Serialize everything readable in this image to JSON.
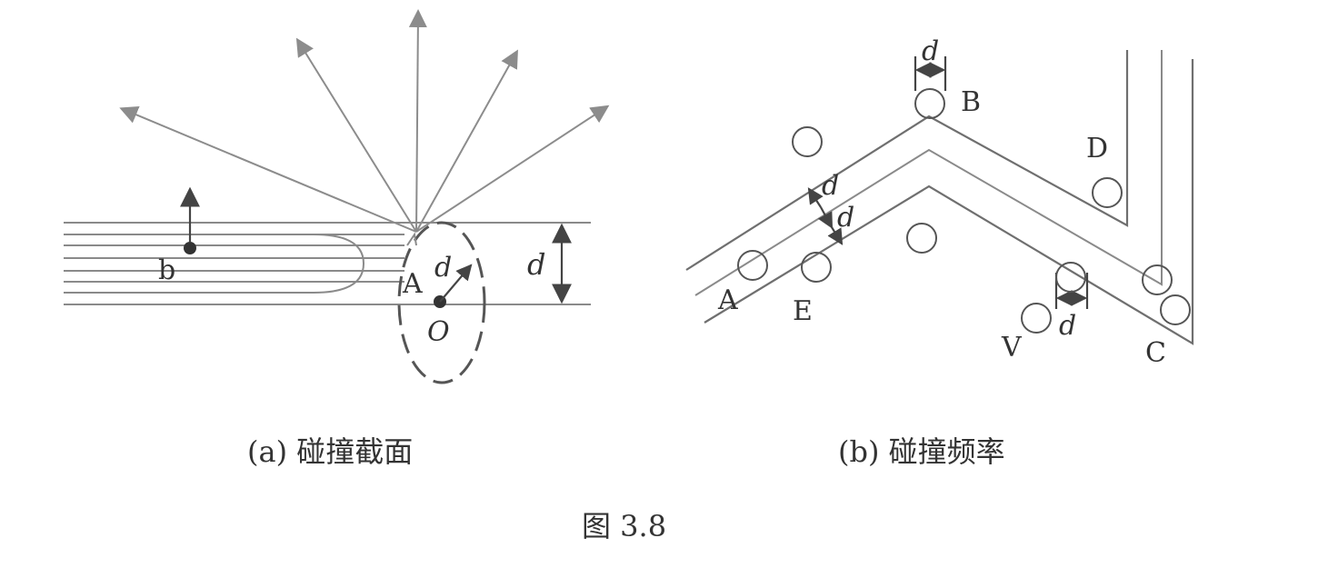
{
  "labels": {
    "subfig_a": "(a) 碰撞截面",
    "subfig_b": "(b) 碰撞频率",
    "figure": "图 3.8",
    "a_point_b": "b",
    "a_point_A": "A",
    "a_d_small": "d",
    "a_d_big": "d",
    "a_O": "O",
    "b_d_top": "d",
    "b_d_mid1": "d",
    "b_d_mid2": "d",
    "b_d_bottom": "d",
    "b_A": "A",
    "b_E": "E",
    "b_B": "B",
    "b_D": "D",
    "b_V": "V",
    "b_C": "C"
  },
  "colors": {
    "line_light": "#8a8a8a",
    "line_dark": "#444444",
    "text": "#333333",
    "background": "#ffffff"
  }
}
